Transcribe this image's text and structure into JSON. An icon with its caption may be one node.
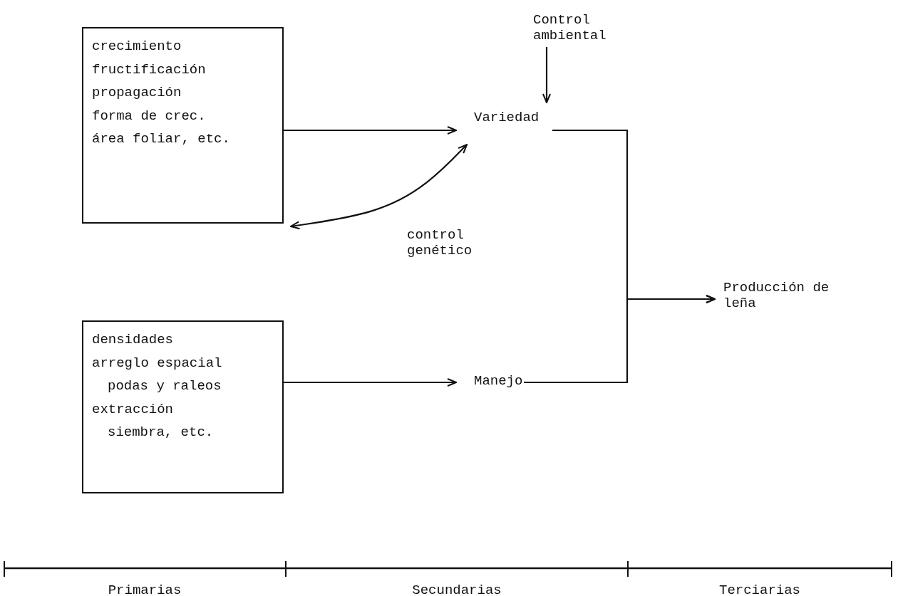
{
  "diagram": {
    "nodes": [
      {
        "text": [
          "crecimiento",
          "fructificación",
          "propagación",
          "forma de crec.",
          "área foliar, etc."
        ]
      },
      {
        "text": [
          "densidades",
          "arreglo espacial",
          "podas y raleos",
          "extracción",
          "siembra, etc."
        ]
      },
      {
        "text": [
          "Control ambiental"
        ]
      },
      {
        "text": [
          "Variedad"
        ]
      },
      {
        "text": [
          "Manejo"
        ]
      },
      {
        "text": [
          "Producción de leña"
        ]
      }
    ],
    "edges": [
      {
        "from": 2,
        "to": 3,
        "arrow": "to"
      },
      {
        "from": 0,
        "to": 3,
        "arrow": "to"
      },
      {
        "from": 0,
        "to": 3,
        "arrow": "both",
        "label": "control genético"
      },
      {
        "from": 1,
        "to": 4,
        "arrow": "to"
      },
      {
        "from": 3,
        "to": 5,
        "arrow": "to"
      },
      {
        "from": 4,
        "to": 5,
        "arrow": "to"
      }
    ],
    "labels": [
      "Primarias",
      "Secundarias",
      "Terciarias"
    ]
  }
}
